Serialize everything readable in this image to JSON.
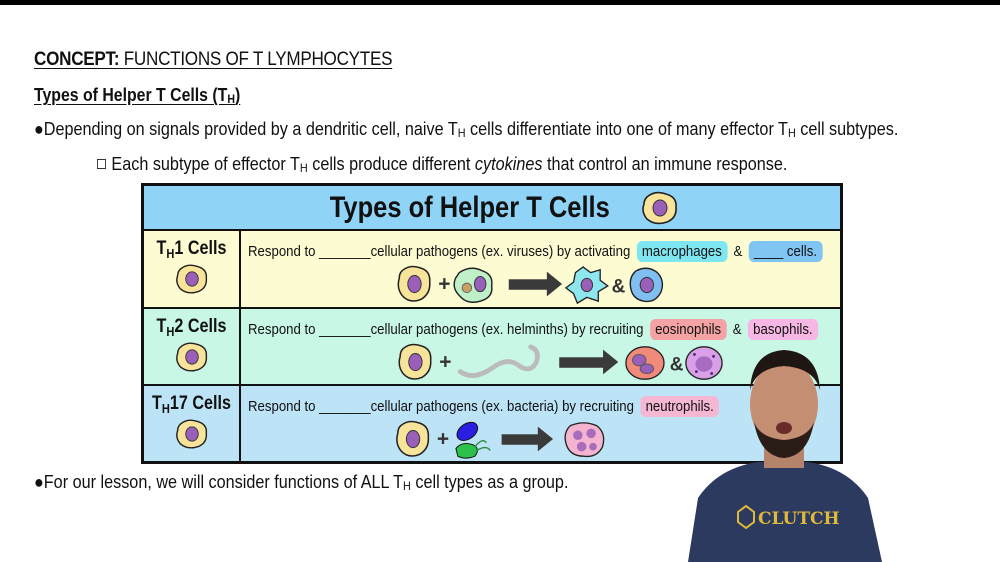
{
  "slide": {
    "concept_label": "CONCEPT:",
    "concept_title": "FUNCTIONS OF T LYMPHOCYTES",
    "subheading": "Types of Helper T Cells (T",
    "subheading_sub": "H",
    "subheading_end": ")",
    "bullet1": {
      "prefix": "●Depending on signals provided by a dendritic cell, naive T",
      "sub": "H",
      "mid": " cells differentiate into one of many effector T",
      "sub2": "H",
      "suffix": " cell subtypes."
    },
    "bullet2": {
      "prefix": "Each subtype of effector T",
      "sub": "H",
      "mid": " cells produce different ",
      "italic": "cytokines",
      "suffix": " that control an immune response."
    },
    "bullet3": {
      "prefix": "●For our lesson, we will consider functions of ALL T",
      "sub": "H",
      "suffix": " cell types as a group."
    }
  },
  "table": {
    "title": "Types of Helper T Cells",
    "rows": [
      {
        "name_pre": "T",
        "name_sub": "H",
        "name_post": "1 Cells",
        "desc": "Respond to _______cellular pathogens (ex. viruses) by activating",
        "pill1": "macrophages",
        "amp": "&",
        "pill2": "____ cells."
      },
      {
        "name_pre": "T",
        "name_sub": "H",
        "name_post": "2 Cells",
        "desc": "Respond to _______cellular pathogens (ex. helminths) by recruiting",
        "pill1": "eosinophils",
        "amp": "&",
        "pill2": "basophils."
      },
      {
        "name_pre": "T",
        "name_sub": "H",
        "name_post": "17 Cells",
        "desc": "Respond to _______cellular pathogens (ex. bacteria) by recruiting",
        "pill1": "neutrophils."
      }
    ],
    "diagram_symbols": {
      "plus": "+",
      "amp": "&"
    }
  },
  "presenter": {
    "shirt_text": "CLUTCH"
  },
  "colors": {
    "header_blue": "#8fd3f7",
    "row1_yellow": "#fdfbd2",
    "row2_mint": "#c8f7e6",
    "row3_blue": "#bde3f7",
    "cell_body": "#f7e39a",
    "nucleus": "#9a5fb8"
  }
}
